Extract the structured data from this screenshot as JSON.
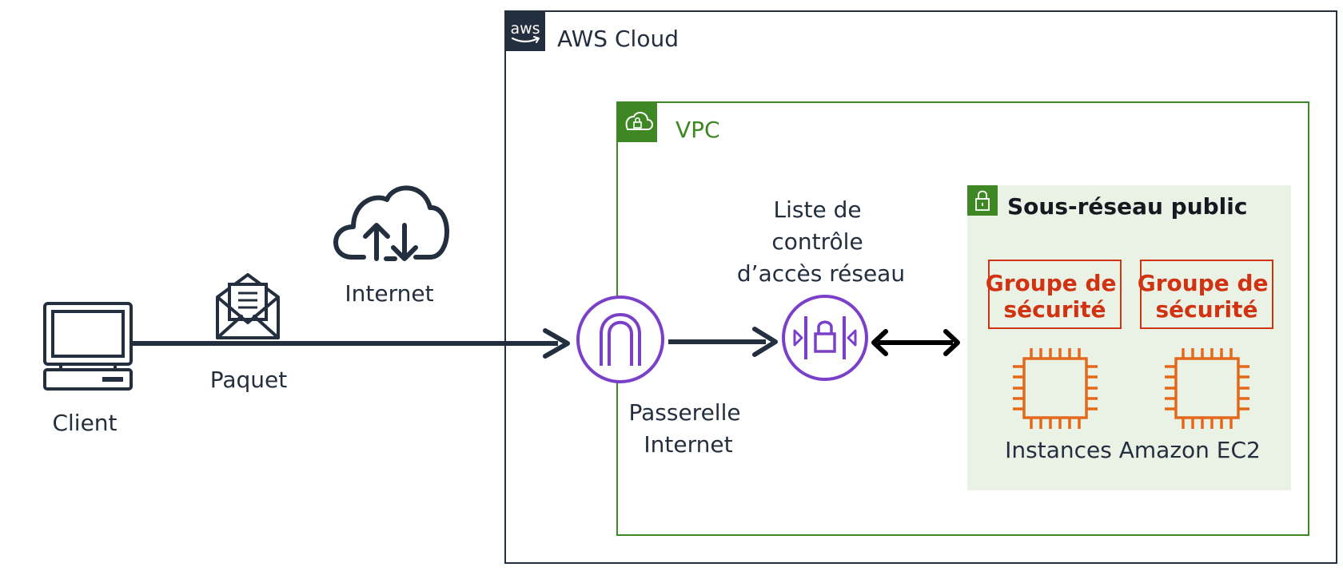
{
  "aws_cloud": {
    "label": "AWS Cloud",
    "logo_text": "aws"
  },
  "vpc": {
    "label": "VPC"
  },
  "subnet": {
    "label": "Sous-réseau public"
  },
  "security_groups": [
    {
      "line1": "Groupe de",
      "line2": "sécurité"
    },
    {
      "line1": "Groupe de",
      "line2": "sécurité"
    }
  ],
  "ec2": {
    "label": "Instances Amazon EC2"
  },
  "client": {
    "label": "Client"
  },
  "packet": {
    "label": "Paquet"
  },
  "internet": {
    "label": "Internet"
  },
  "internet_gateway": {
    "line1": "Passerelle",
    "line2": "Internet"
  },
  "nacl": {
    "line1": "Liste de",
    "line2": "contrôle",
    "line3": "d’accès réseau"
  },
  "colors": {
    "aws_dark": "#232f3e",
    "vpc_green": "#3f8624",
    "subnet_bg": "#e9f2e5",
    "security_red": "#d13212",
    "ec2_orange": "#e4681a",
    "network_purple": "#7a40c8"
  }
}
